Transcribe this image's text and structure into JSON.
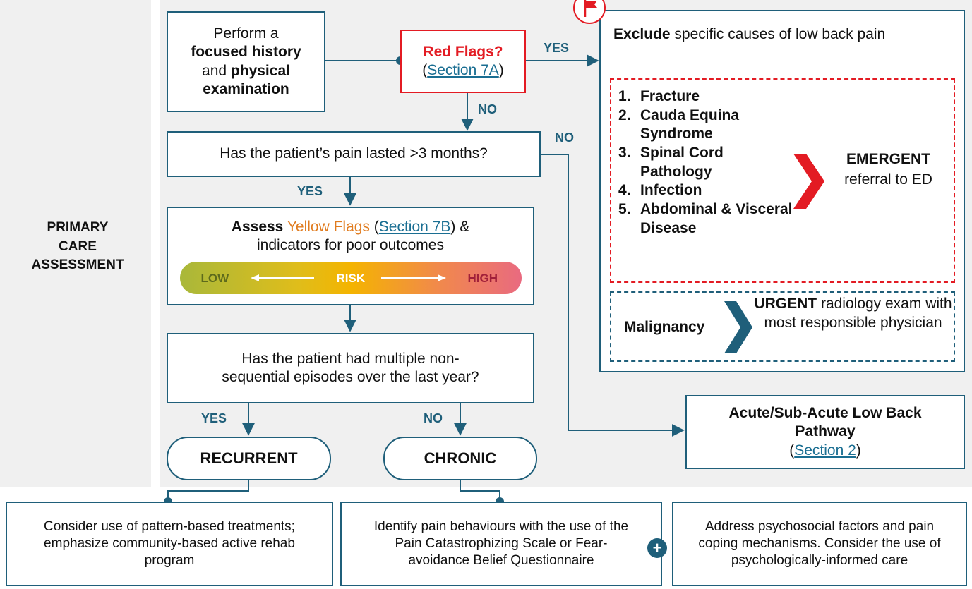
{
  "side_title": [
    "PRIMARY",
    "CARE",
    "ASSESSMENT"
  ],
  "history_box": {
    "line1": "Perform a",
    "bold1": "focused history",
    "and": "and",
    "bold2": "physical",
    "bold3": "examination"
  },
  "red_flags": {
    "title": "Red Flags?",
    "link": "Section 7A"
  },
  "labels": {
    "yes": "YES",
    "no": "NO"
  },
  "pain_duration_question": "Has the patient’s pain lasted >3 months?",
  "assess": {
    "bold": "Assess",
    "flag": "Yellow Flags",
    "link": "Section 7B",
    "amp": "&",
    "line2": "indicators for poor outcomes"
  },
  "risk_bar": {
    "low": "LOW",
    "mid": "RISK",
    "high": "HIGH",
    "colors": [
      "#a9b83a",
      "#f4b400",
      "#e96a80"
    ]
  },
  "episodes_question": {
    "line1": "Has the patient had multiple non-",
    "line2": "sequential episodes over the last year?"
  },
  "recurrent": "RECURRENT",
  "chronic": "CHRONIC",
  "exclude": {
    "bold": "Exclude",
    "rest": "specific causes of low back pain"
  },
  "causes": [
    {
      "num": "1.",
      "label": "Fracture"
    },
    {
      "num": "2.",
      "label": "Cauda Equina Syndrome"
    },
    {
      "num": "3.",
      "label": "Spinal Cord Pathology"
    },
    {
      "num": "4.",
      "label": "Infection"
    },
    {
      "num": "5.",
      "label": "Abdominal & Visceral Disease"
    }
  ],
  "emergent": {
    "bold": "EMERGENT",
    "rest": "referral to ED"
  },
  "malignancy": "Malignancy",
  "urgent": {
    "bold": "URGENT",
    "rest": "radiology exam with most responsible physician"
  },
  "acute_pathway": {
    "title": "Acute/Sub-Acute Low Back Pathway",
    "link": "Section 2"
  },
  "bottom": {
    "recurrent_care": "Consider use of pattern-based treatments; emphasize community-based active rehab program",
    "chronic_care": "Identify pain behaviours with the use of the Pain Catastrophizing Scale or Fear-avoidance Belief Questionnaire",
    "psychosocial_care": "Address psychosocial factors and pain coping mechanisms. Consider the use of psychologically-informed care"
  },
  "colors": {
    "teal": "#1f5f7a",
    "red": "#e31b23",
    "yellow_flag": "#e07b1e"
  }
}
